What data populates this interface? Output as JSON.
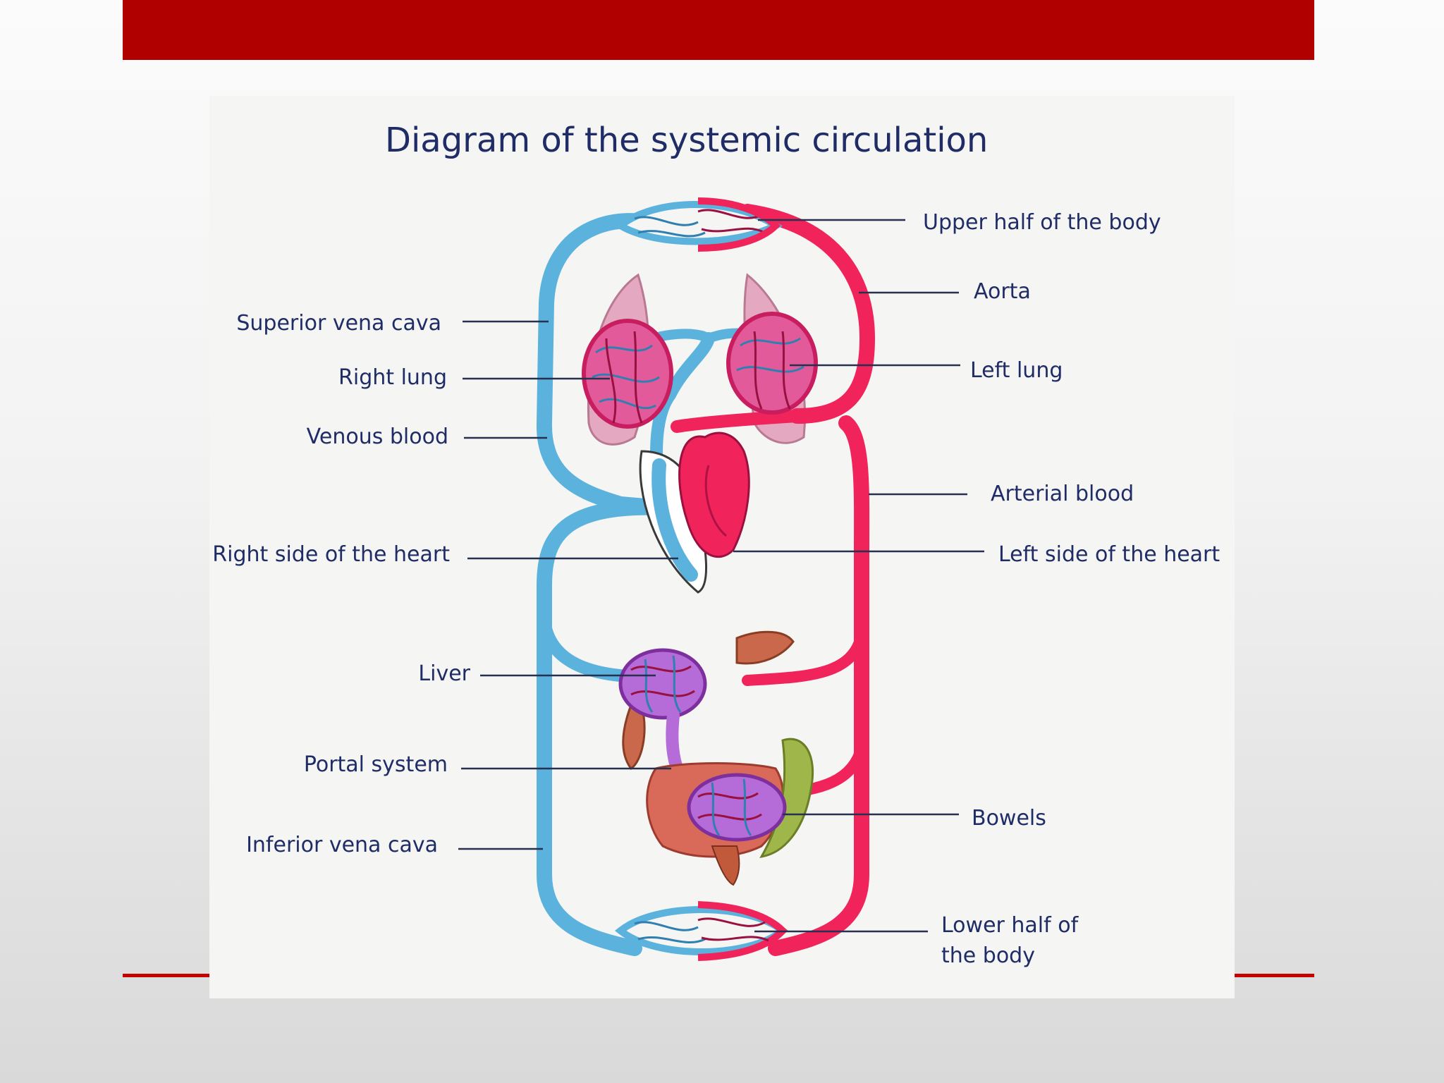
{
  "title": "Diagram of the systemic circulation",
  "labels": {
    "upper_half": "Upper half of the body",
    "aorta": "Aorta",
    "superior_vena_cava": "Superior vena cava",
    "right_lung": "Right lung",
    "left_lung": "Left lung",
    "venous_blood": "Venous blood",
    "arterial_blood": "Arterial blood",
    "right_heart": "Right side of the heart",
    "left_heart": "Left side of the heart",
    "liver": "Liver",
    "portal_system": "Portal system",
    "bowels": "Bowels",
    "inferior_vena_cava": "Inferior vena cava",
    "lower_half_line1": "Lower half of",
    "lower_half_line2": "the body"
  },
  "colors": {
    "header_bar": "#b00000",
    "venous": "#5bb3dd",
    "arterial": "#f0245a",
    "portal": "#b56bd8",
    "label_text": "#1f2c66"
  }
}
